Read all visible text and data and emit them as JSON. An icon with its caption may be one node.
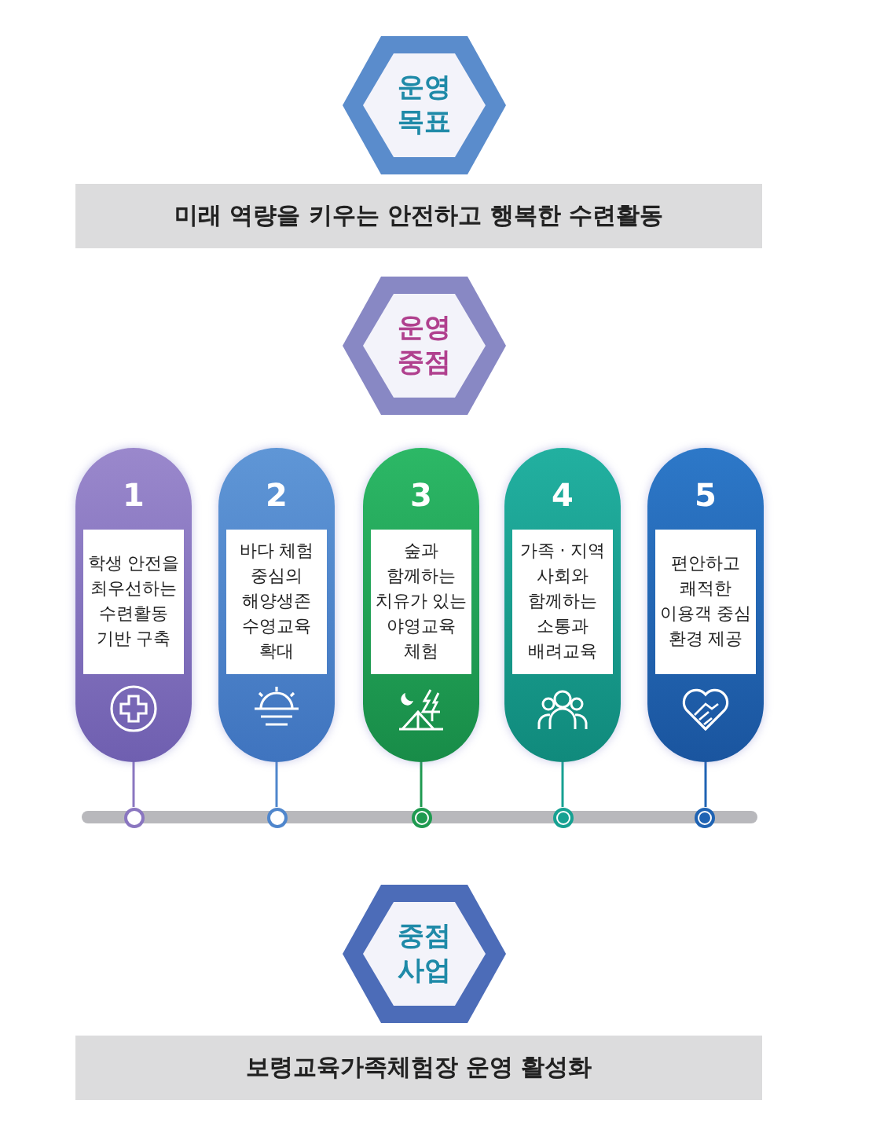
{
  "diagram": {
    "nodes": [
      {
        "text": [
          "운영 목표"
        ]
      },
      {
        "text": [
          "미래 역량을 키우는 안전하고 행복한 수련활동"
        ]
      },
      {
        "text": [
          "운영 중점"
        ]
      },
      {
        "text": [
          "1",
          "학생 안전을 최우선하는 수련활동 기반 구축"
        ]
      },
      {
        "text": [
          "2",
          "바다 체험 중심의 해양생존 수영교육 확대"
        ]
      },
      {
        "text": [
          "3",
          "숲과 함께하는 치유가 있는 야영교육 체험"
        ]
      },
      {
        "text": [
          "4",
          "가족 · 지역 사회와 함께하는 소통과 배려교육"
        ]
      },
      {
        "text": [
          "5",
          "편안하고 쾌적한 이용객 중심 환경 제공"
        ]
      },
      {
        "text": [],
        "shape": "bar"
      },
      {
        "text": [],
        "shape": "circle"
      },
      {
        "text": [],
        "shape": "circle"
      },
      {
        "text": [],
        "shape": "circle"
      },
      {
        "text": [],
        "shape": "circle"
      },
      {
        "text": [],
        "shape": "circle"
      },
      {
        "text": [
          "중점 사업"
        ]
      },
      {
        "text": [
          "보령교육가족체험장 운영 활성화"
        ]
      }
    ],
    "edges": [
      {
        "from": 3,
        "to": 9,
        "arrow": "none",
        "color": "#8a76c0"
      },
      {
        "from": 4,
        "to": 10,
        "arrow": "none",
        "color": "#4f86cc"
      },
      {
        "from": 5,
        "to": 11,
        "arrow": "none",
        "color": "#1f9a50"
      },
      {
        "from": 6,
        "to": 12,
        "arrow": "none",
        "color": "#17a192"
      },
      {
        "from": 7,
        "to": 13,
        "arrow": "none",
        "color": "#1f63b3"
      }
    ]
  }
}
